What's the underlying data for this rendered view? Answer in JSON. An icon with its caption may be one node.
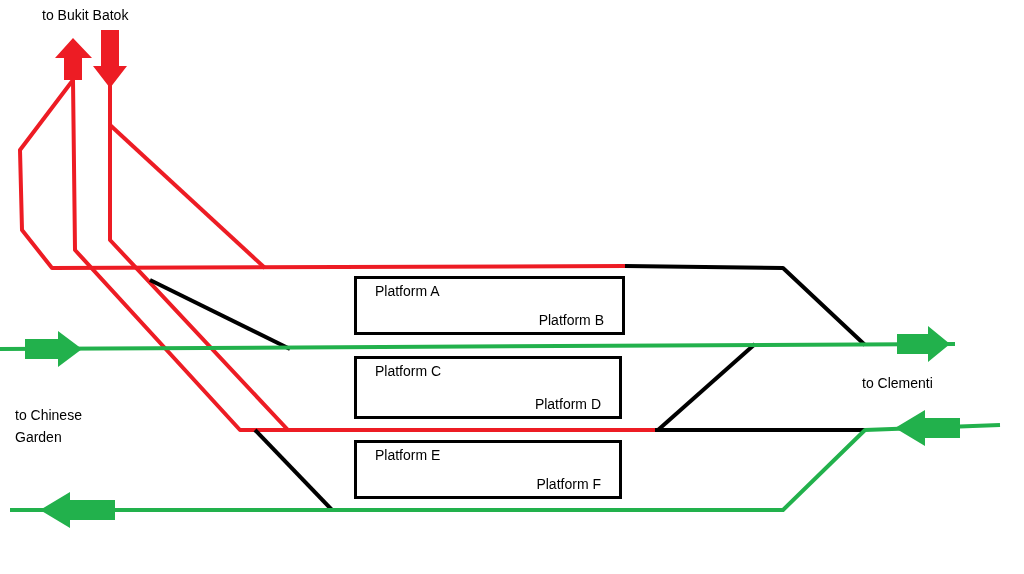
{
  "diagram": {
    "nodes": [
      {
        "text": [
          "Platform A",
          "Platform B"
        ]
      },
      {
        "text": [
          "Platform C",
          "Platform D"
        ]
      },
      {
        "text": [
          "Platform E",
          "Platform F"
        ]
      }
    ],
    "labels": [
      "to Bukit Batok",
      "to Chinese Garden",
      "to Clementi"
    ]
  }
}
